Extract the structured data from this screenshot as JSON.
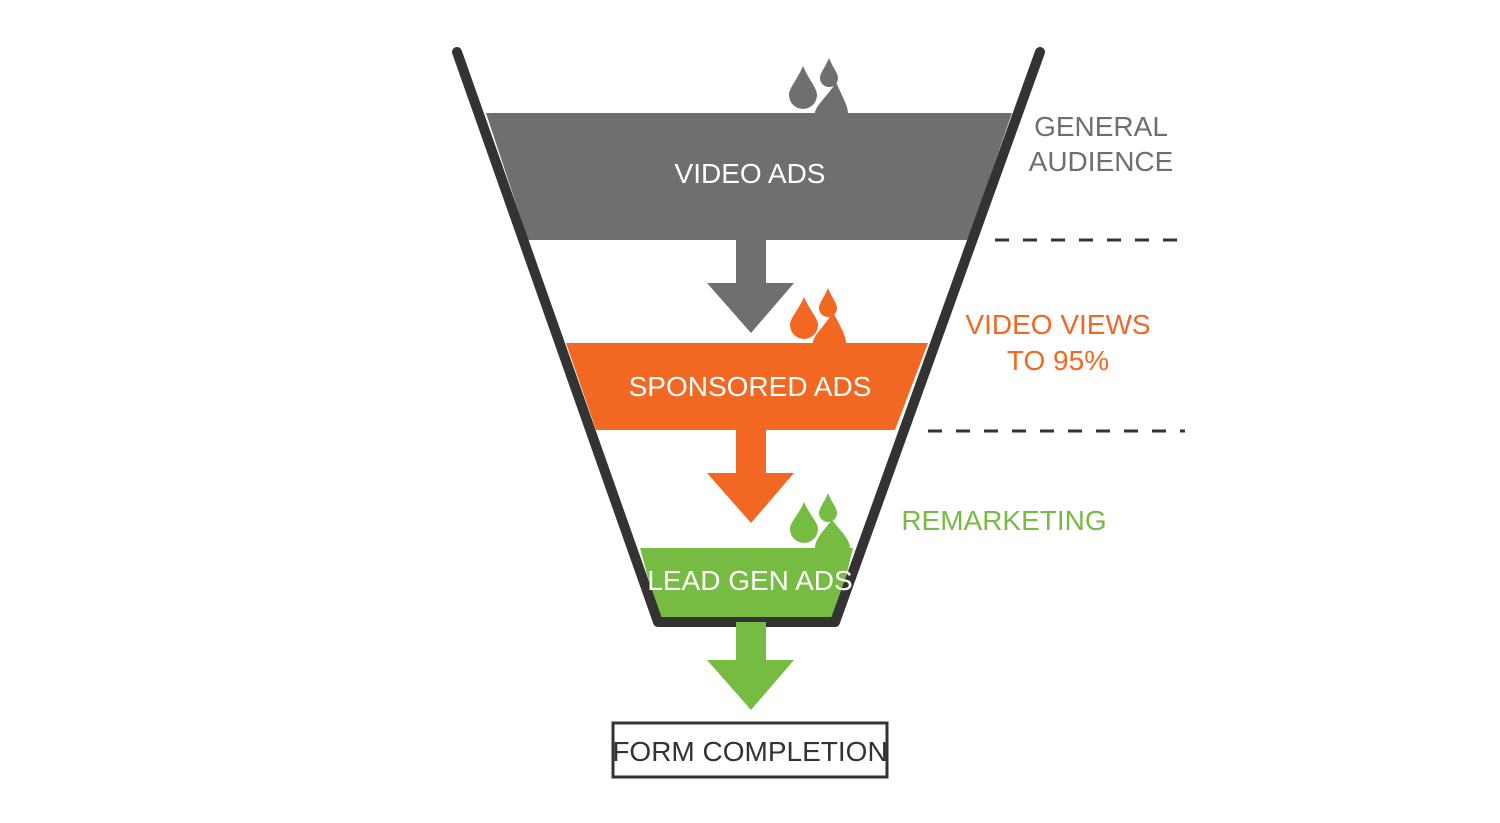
{
  "colors": {
    "gray": "#6e6f71",
    "orange": "#f26722",
    "green": "#76bc43",
    "outline": "#333333",
    "dash": "#333333"
  },
  "stages": [
    {
      "label": "VIDEO ADS",
      "color": "#6e6f71"
    },
    {
      "label": "SPONSORED ADS",
      "color": "#f26722"
    },
    {
      "label": "LEAD GEN ADS",
      "color": "#76bc43"
    }
  ],
  "side_labels": {
    "general": [
      "GENERAL",
      "AUDIENCE"
    ],
    "video_views": [
      "VIDEO VIEWS",
      "TO 95%"
    ],
    "remarketing": "REMARKETING"
  },
  "final": {
    "label": "FORM COMPLETION"
  },
  "icons": [
    "droplets-icon",
    "arrow-down-icon"
  ]
}
